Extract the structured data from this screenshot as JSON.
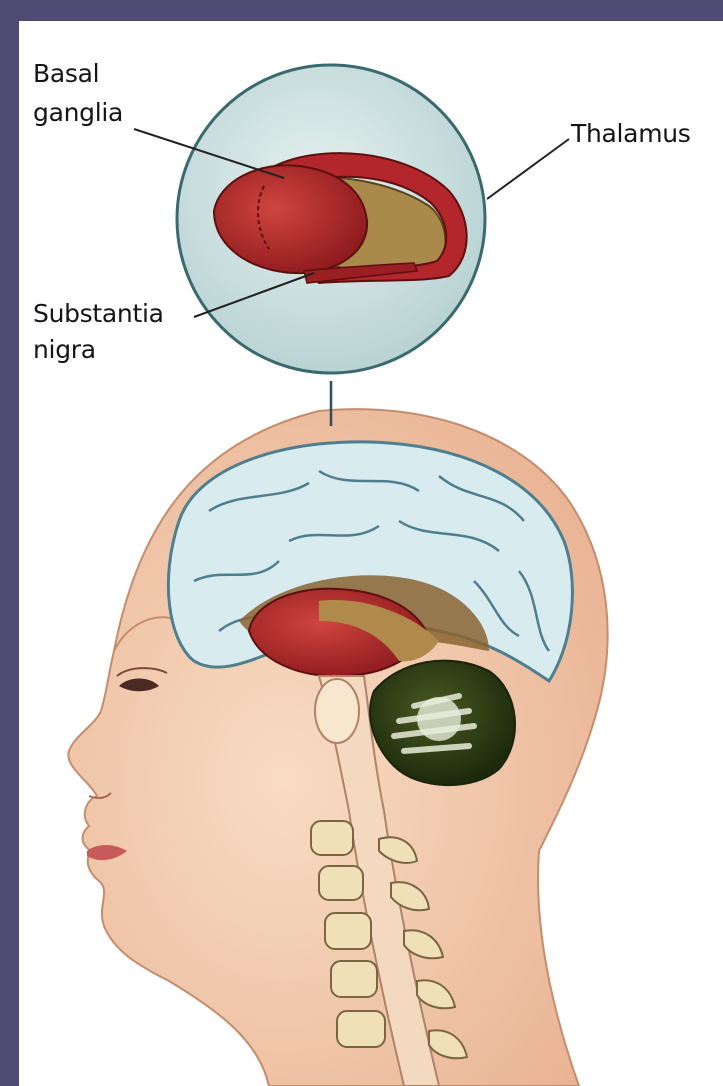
{
  "labels": {
    "basal_ganglia": [
      "Basal",
      "ganglia"
    ],
    "thalamus": "Thalamus",
    "substantia_nigra": [
      "Substantia",
      "nigra"
    ]
  },
  "colors": {
    "frame": "#4f4b74",
    "background": "#ffffff",
    "inset_circle": "#cfe3e3",
    "basal_ganglia": "#b5262a",
    "thalamus": "#a78a48",
    "cerebrum": "#d9ecf0",
    "cerebellum": "#2a3a12",
    "skin": "#f2c8a8"
  },
  "icons": [
    "brain-inset-magnifier",
    "head-profile-illustration"
  ]
}
